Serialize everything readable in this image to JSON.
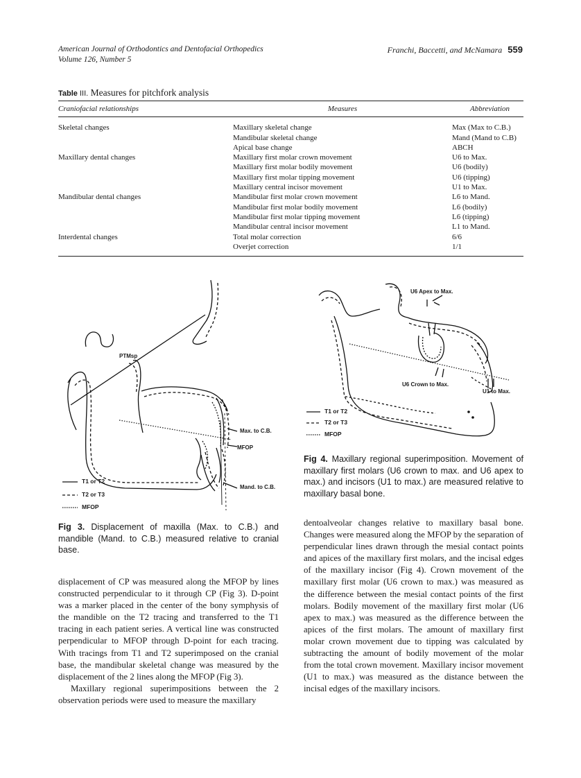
{
  "header": {
    "journal_line1": "American Journal of Orthodontics and Dentofacial Orthopedics",
    "journal_line2": "Volume 126, Number 5",
    "authors": "Franchi, Baccetti, and McNamara",
    "page_number": "559"
  },
  "table": {
    "label": "Table",
    "number": "III.",
    "title": "Measures for pitchfork analysis",
    "columns": [
      "Craniofacial relationships",
      "Measures",
      "Abbreviation"
    ],
    "rows": [
      {
        "group": "Skeletal changes",
        "measure": "Maxillary skeletal change",
        "abbr": "Max (Max to C.B.)"
      },
      {
        "group": "",
        "measure": "Mandibular skeletal change",
        "abbr": "Mand (Mand to C.B)"
      },
      {
        "group": "",
        "measure": "Apical base change",
        "abbr": "ABCH"
      },
      {
        "group": "Maxillary dental changes",
        "measure": "Maxillary first molar crown movement",
        "abbr": "U6 to Max."
      },
      {
        "group": "",
        "measure": "Maxillary first molar bodily movement",
        "abbr": "U6 (bodily)"
      },
      {
        "group": "",
        "measure": "Maxillary first molar tipping movement",
        "abbr": "U6 (tipping)"
      },
      {
        "group": "",
        "measure": "Maxillary central incisor movement",
        "abbr": "U1 to Max."
      },
      {
        "group": "Mandibular dental changes",
        "measure": "Mandibular first molar crown movement",
        "abbr": "L6 to Mand."
      },
      {
        "group": "",
        "measure": "Mandibular first molar bodily movement",
        "abbr": "L6 (bodily)"
      },
      {
        "group": "",
        "measure": "Mandibular first molar tipping movement",
        "abbr": "L6 (tipping)"
      },
      {
        "group": "",
        "measure": "Mandibular central incisor movement",
        "abbr": "L1 to Mand."
      },
      {
        "group": "Interdental changes",
        "measure": "Total molar correction",
        "abbr": "6/6"
      },
      {
        "group": "",
        "measure": "Overjet correction",
        "abbr": "1/1"
      }
    ]
  },
  "fig3": {
    "labels": {
      "ptm": "PTMsp",
      "max_cb": "Max. to C.B.",
      "mfop": "MFOP",
      "mand_cb": "Mand. to C.B."
    },
    "legend": [
      "T1 or T2",
      "T2 or T3",
      "MFOP"
    ],
    "caption_label": "Fig 3.",
    "caption_text": "Displacement of maxilla (Max. to C.B.) and mandible (Mand. to C.B.) measured relative to cranial base."
  },
  "fig4": {
    "labels": {
      "u6_apex": "U6 Apex to Max.",
      "u6_crown": "U6 Crown to Max.",
      "u1": "U1 to Max."
    },
    "legend": [
      "T1 or T2",
      "T2 or T3",
      "MFOP"
    ],
    "caption_label": "Fig 4.",
    "caption_text": "Maxillary regional superimposition. Movement of maxillary first molars (U6 crown to max. and U6 apex to max.) and incisors (U1 to max.) are measured relative to maxillary basal bone."
  },
  "body": {
    "left_p1": "displacement of CP was measured along the MFOP by lines constructed perpendicular to it through CP (Fig 3). D-point was a marker placed in the center of the bony symphysis of the mandible on the T2 tracing and transferred to the T1 tracing in each patient series. A vertical line was constructed perpendicular to MFOP through D-point for each tracing. With tracings from T1 and T2 superimposed on the cranial base, the mandibular skeletal change was measured by the displacement of the 2 lines along the MFOP (Fig 3).",
    "left_p2": "Maxillary regional superimpositions between the 2 observation periods were used to measure the maxillary",
    "right_p1": "dentoalveolar changes relative to maxillary basal bone. Changes were measured along the MFOP by the separation of perpendicular lines drawn through the mesial contact points and apices of the maxillary first molars, and the incisal edges of the maxillary incisor (Fig 4). Crown movement of the maxillary first molar (U6 crown to max.) was measured as the difference between the mesial contact points of the first molars. Bodily movement of the maxillary first molar (U6 apex to max.) was measured as the difference between the apices of the first molars. The amount of maxillary first molar crown movement due to tipping was calculated by subtracting the amount of bodily movement of the molar from the total crown movement. Maxillary incisor movement (U1 to max.) was measured as the distance between the incisal edges of the maxillary incisors."
  }
}
